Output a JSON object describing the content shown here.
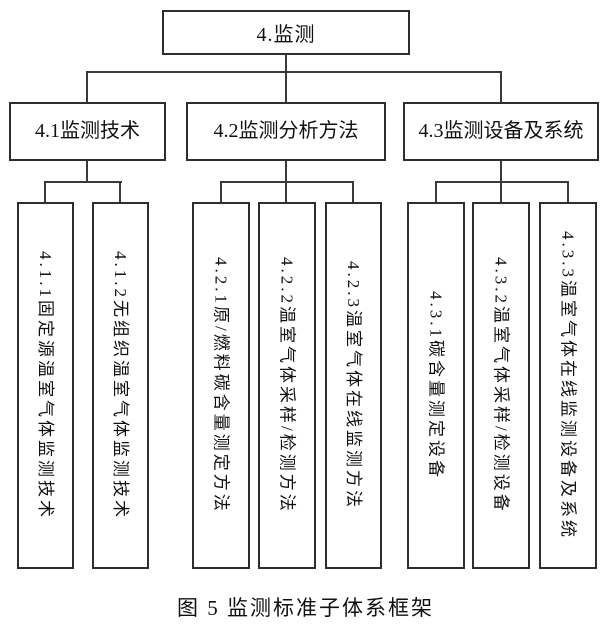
{
  "figure": {
    "caption": "图 5 监测标准子体系框架"
  },
  "tree": {
    "root": {
      "label": "4.监测"
    },
    "branches": [
      {
        "label": "4.1监测技术",
        "children": [
          {
            "label": "4.1.1固定源温室气体监测技术"
          },
          {
            "label": "4.1.2无组织温室气体监测技术"
          }
        ]
      },
      {
        "label": "4.2监测分析方法",
        "children": [
          {
            "label": "4.2.1原/燃料碳含量测定方法"
          },
          {
            "label": "4.2.2温室气体采样/检测方法"
          },
          {
            "label": "4.2.3温室气体在线监测方法"
          }
        ]
      },
      {
        "label": "4.3监测设备及系统",
        "children": [
          {
            "label": "4.3.1碳含量测定设备"
          },
          {
            "label": "4.3.2温室气体采样/检测设备"
          },
          {
            "label": "4.3.3温室气体在线监测设备及系统"
          }
        ]
      }
    ]
  },
  "colors": {
    "background": "#ffffff",
    "box_border": "#2e2e2e",
    "line": "#3a3a3a",
    "text": "#111111"
  }
}
